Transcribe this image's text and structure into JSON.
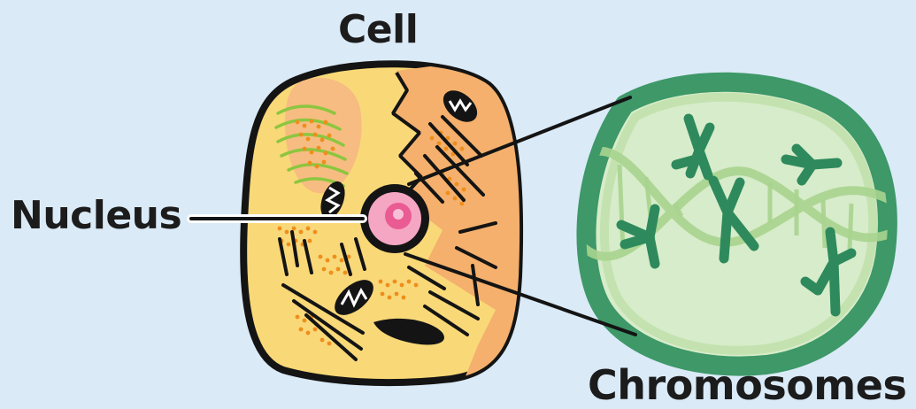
{
  "labels": {
    "cell": "Cell",
    "nucleus": "Nucleus",
    "chromosomes": "Chromosomes"
  },
  "colors": {
    "background": "#daeaf7",
    "cytoplasm_light": "#f9d878",
    "cytoplasm_dark": "#f4b06c",
    "nucleus": "#f4a6c3",
    "nucleolus": "#ea5a93",
    "organelle_dots": "#ef8e1c",
    "golgi": "#8cc63f",
    "chromosome": "#2e8a5c",
    "magnifier_fill": "#d7ecca",
    "magnifier_rim": "#3e9868",
    "dna_strand": "#a9d48f"
  }
}
